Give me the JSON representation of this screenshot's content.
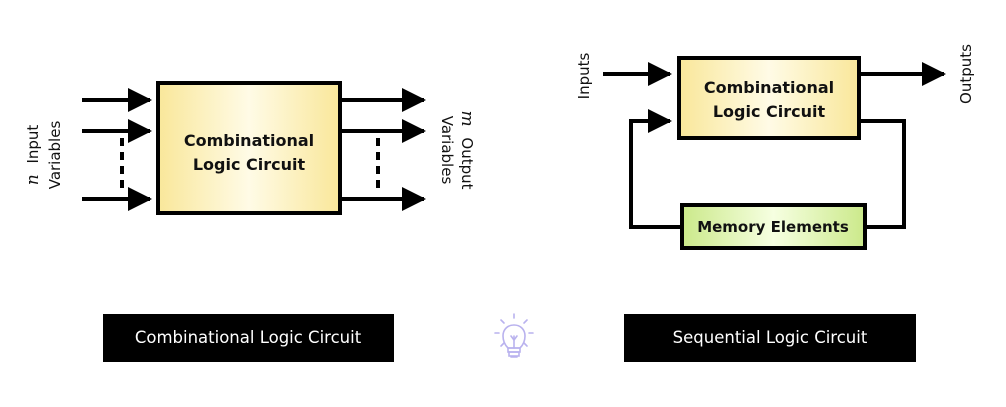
{
  "combinational_diagram": {
    "box_line1": "Combinational",
    "box_line2": "Logic Circuit",
    "input_var": "n",
    "input_word": "Input",
    "input_line2": "Variables",
    "output_var": "m",
    "output_word": "Output",
    "output_line2": "Variables",
    "caption": "Combinational Logic Circuit"
  },
  "sequential_diagram": {
    "box_line1": "Combinational",
    "box_line2": "Logic Circuit",
    "memory_label": "Memory Elements",
    "inputs_label": "Inputs",
    "outputs_label": "Outputs",
    "caption": "Sequential Logic Circuit"
  },
  "colors": {
    "box_fill_edge": "#f9e79a",
    "box_fill_center": "#fffbe6",
    "memory_fill_edge": "#cbe98a",
    "memory_fill_center": "#f6ffe1",
    "caption_bg": "#000000",
    "caption_text": "#ffffff",
    "bulb_icon": "#b9b2ee"
  },
  "center_icon": "lightbulb-icon"
}
